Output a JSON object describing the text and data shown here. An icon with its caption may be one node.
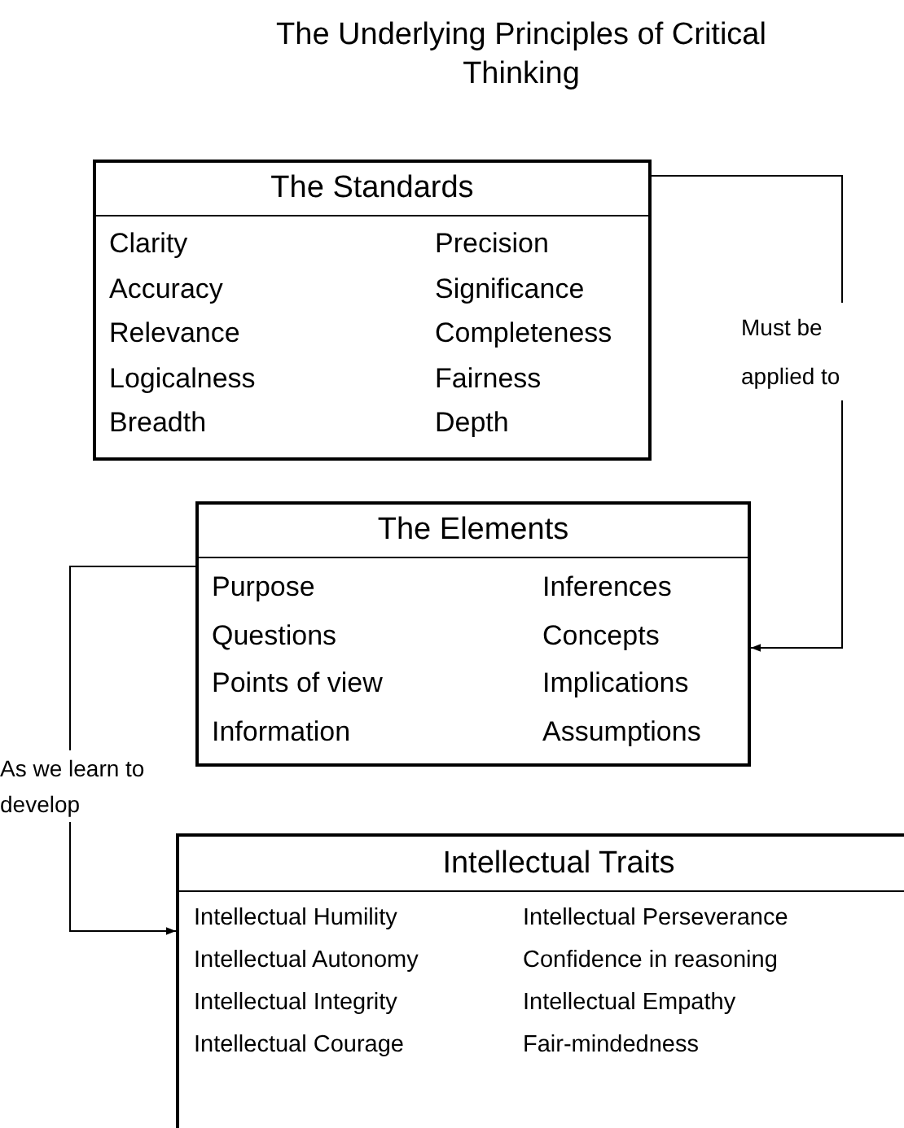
{
  "diagram": {
    "title": "The Underlying Principles of Critical Thinking",
    "nodes": [
      {
        "text": [
          "The Standards",
          "Clarity",
          "Precision",
          "Accuracy",
          "Significance",
          "Relevance",
          "Completeness",
          "Logicalness",
          "Fairness",
          "Breadth",
          "Depth"
        ]
      },
      {
        "text": [
          "The Elements",
          "Purpose",
          "Inferences",
          "Questions",
          "Concepts",
          "Points of view",
          "Implications",
          "Information",
          "Assumptions"
        ]
      },
      {
        "text": [
          "Intellectual Traits",
          "Intellectual Humility",
          "Intellectual Perseverance",
          "Intellectual Autonomy",
          "Confidence in reasoning",
          "Intellectual Integrity",
          "Intellectual Empathy",
          "Intellectual Courage",
          "Fair-mindedness"
        ]
      }
    ],
    "edges": [
      {
        "from": 0,
        "to": 1,
        "arrow": "to",
        "label": "Must be applied to"
      },
      {
        "from": 1,
        "to": 2,
        "arrow": "to",
        "label": "As we learn to develop"
      }
    ]
  }
}
